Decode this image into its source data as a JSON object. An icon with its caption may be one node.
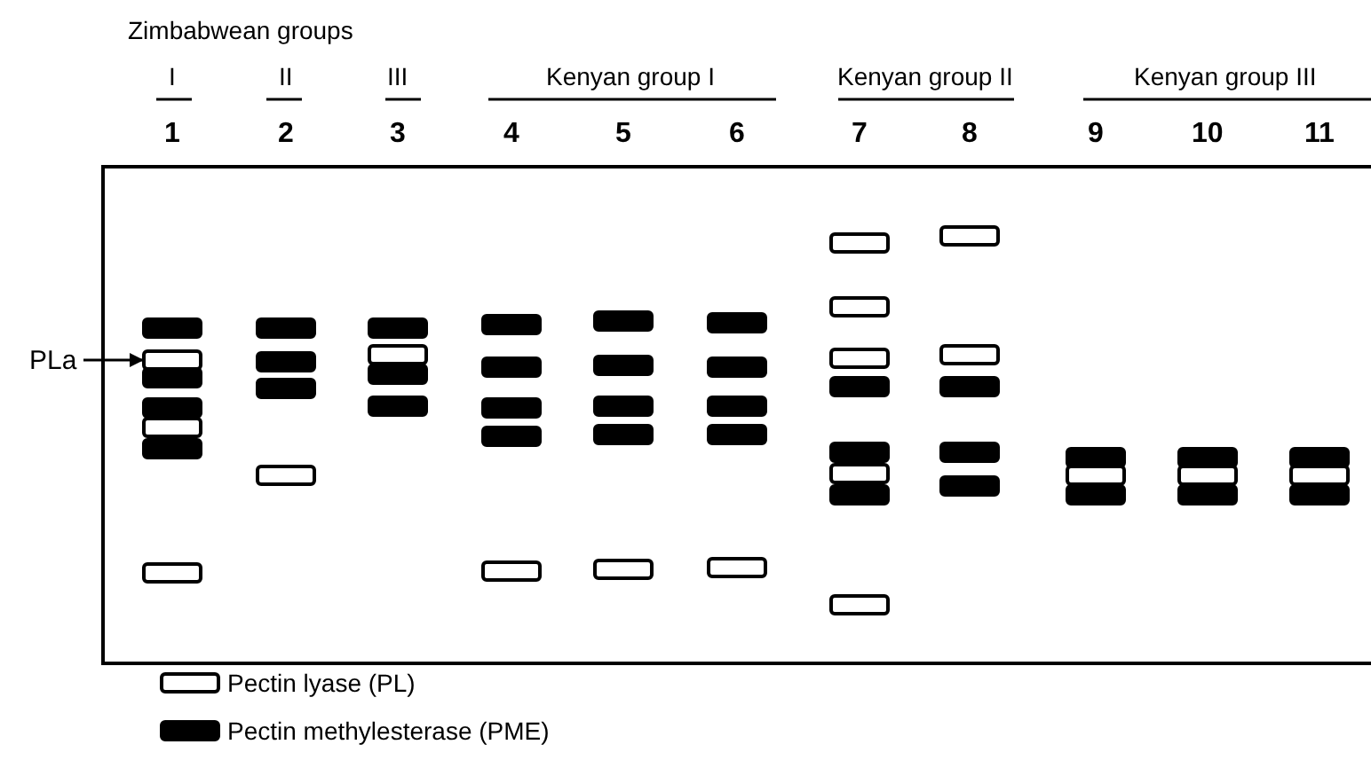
{
  "diagram": {
    "nodes": [
      {
        "text": [
          "PLa"
        ]
      },
      {
        "text": [],
        "shape": "bar"
      },
      {
        "text": [],
        "shape": "bar"
      },
      {
        "text": [],
        "shape": "bar"
      },
      {
        "text": [],
        "shape": "bar"
      },
      {
        "text": [],
        "shape": "bar"
      },
      {
        "text": [],
        "shape": "bar"
      },
      {
        "text": [],
        "shape": "bar"
      },
      {
        "text": [],
        "shape": "bar"
      },
      {
        "text": [],
        "shape": "bar"
      },
      {
        "text": [],
        "shape": "bar"
      },
      {
        "text": [],
        "shape": "bar"
      },
      {
        "text": [],
        "shape": "bar"
      },
      {
        "text": [],
        "shape": "bar"
      },
      {
        "text": [],
        "shape": "bar"
      },
      {
        "text": [],
        "shape": "bar"
      },
      {
        "text": [],
        "shape": "bar"
      },
      {
        "text": [],
        "shape": "bar"
      },
      {
        "text": [],
        "shape": "bar"
      },
      {
        "text": [],
        "shape": "bar"
      },
      {
        "text": [],
        "shape": "bar"
      },
      {
        "text": [],
        "shape": "bar"
      },
      {
        "text": [],
        "shape": "bar"
      },
      {
        "text": [],
        "shape": "bar"
      },
      {
        "text": [],
        "shape": "bar"
      },
      {
        "text": [],
        "shape": "bar"
      },
      {
        "text": [],
        "shape": "bar"
      },
      {
        "text": [],
        "shape": "bar"
      },
      {
        "text": [],
        "shape": "bar"
      },
      {
        "text": [],
        "shape": "bar"
      },
      {
        "text": [],
        "shape": "bar"
      },
      {
        "text": [],
        "shape": "bar"
      },
      {
        "text": [],
        "shape": "bar"
      },
      {
        "text": [],
        "shape": "bar"
      },
      {
        "text": [],
        "shape": "bar"
      },
      {
        "text": [],
        "shape": "bar"
      },
      {
        "text": [],
        "shape": "bar"
      },
      {
        "text": [],
        "shape": "bar"
      },
      {
        "text": [],
        "shape": "bar"
      },
      {
        "text": [],
        "shape": "bar"
      },
      {
        "text": [],
        "shape": "bar"
      },
      {
        "text": [],
        "shape": "bar"
      },
      {
        "text": [],
        "shape": "bar"
      },
      {
        "text": [],
        "shape": "bar"
      },
      {
        "text": [],
        "shape": "bar"
      },
      {
        "text": [],
        "shape": "bar"
      },
      {
        "text": [],
        "shape": "bar"
      },
      {
        "text": [],
        "shape": "bar"
      },
      {
        "text": [],
        "shape": "bar"
      },
      {
        "text": [],
        "shape": "bar"
      },
      {
        "text": [],
        "shape": "bar"
      },
      {
        "text": [],
        "shape": "bar"
      },
      {
        "text": [],
        "shape": "bar"
      }
    ],
    "edges": [
      {
        "from": 0,
        "to": 2,
        "arrow": "to"
      }
    ],
    "labels": [
      "Zimbabwean groups",
      "I",
      "II",
      "III",
      "Kenyan group I",
      "Kenyan group II",
      "Kenyan group III",
      "1",
      "2",
      "3",
      "4",
      "5",
      "6",
      "7",
      "8",
      "9",
      "10",
      "11"
    ],
    "legend": [
      {
        "text": "Pectin lyase (PL)"
      },
      {
        "text": "Pectin methylesterase (PME)"
      }
    ]
  }
}
